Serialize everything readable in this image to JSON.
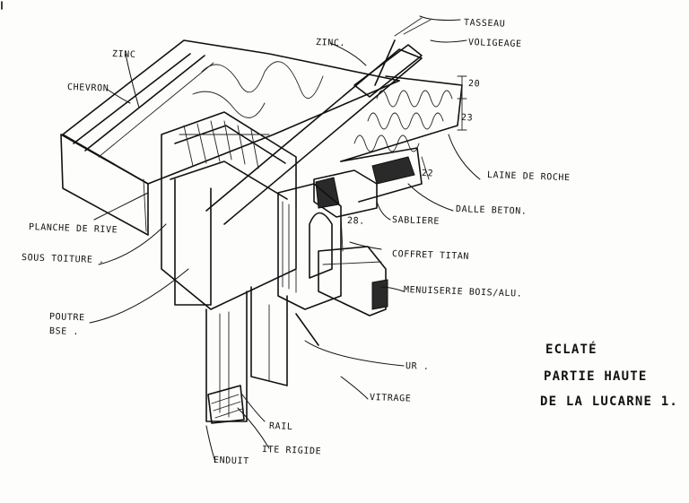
{
  "title": {
    "line1": "ECLATÉ",
    "line2": "PARTIE HAUTE",
    "line3": "DE LA LUCARNE 1."
  },
  "labels": {
    "tasseau": "TASSEAU",
    "voligeage": "VOLIGEAGE",
    "zinc_left": "ZINC",
    "zinc_right": "ZINC.",
    "chevron": "CHEVRON",
    "dim_20": "20",
    "dim_23": "23",
    "dim_22": "22",
    "dim_28": "28.",
    "laine_de_roche": "LAINE DE ROCHE",
    "dalle_beton": "DALLE BETON.",
    "sabliere": "SABLIERE",
    "planche_de_rive": "PLANCHE DE RIVE",
    "sous_toiture": "SOUS TOITURE .",
    "coffret_titan": "COFFRET TITAN",
    "menuiserie": "MENUISERIE BOIS/ALU.",
    "poutre_bse": "POUTRE",
    "poutre_bse_2": "BSE .",
    "ur": "UR .",
    "vitrage": "VITRAGE",
    "rail": "RAIL",
    "ite_rigide": "ITE RIGIDE",
    "enduit": "ENDUIT"
  }
}
